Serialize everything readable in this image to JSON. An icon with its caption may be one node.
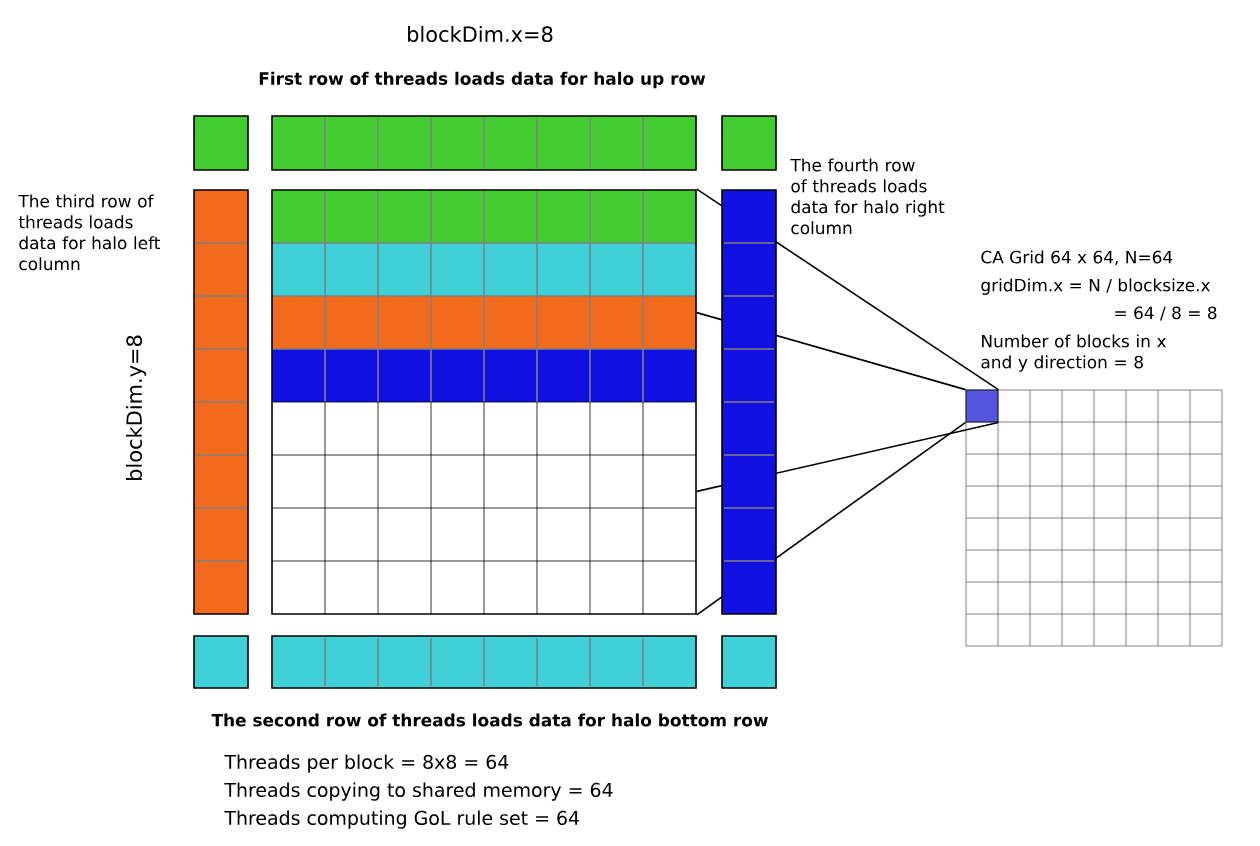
{
  "diagram": {
    "nodes": [
      {
        "text": [],
        "shape": "box"
      },
      {
        "text": [],
        "shape": "box"
      }
    ],
    "edges": [
      {
        "from": 0,
        "to": 1,
        "arrow": "none"
      },
      {
        "from": 0,
        "to": 1,
        "arrow": "none"
      },
      {
        "from": 0,
        "to": 1,
        "arrow": "none"
      },
      {
        "from": 0,
        "to": 1,
        "arrow": "none"
      }
    ],
    "labels": [
      "blockDim.x=8",
      "First row of threads loads data for halo up row",
      "The third row of threads loads data for halo left column",
      "blockDim.y=8",
      "The fourth row of threads loads data for halo right column",
      "CA Grid 64 x 64, N=64",
      "gridDim.x = N / blocksize.x",
      "= 64 / 8 = 8",
      "Number of blocks in x and y direction = 8",
      "The second row of threads loads data for halo bottom row",
      "Threads per block = 8x8 = 64",
      "Threads copying to shared memory = 64",
      "Threads computing GoL rule set = 64"
    ]
  }
}
